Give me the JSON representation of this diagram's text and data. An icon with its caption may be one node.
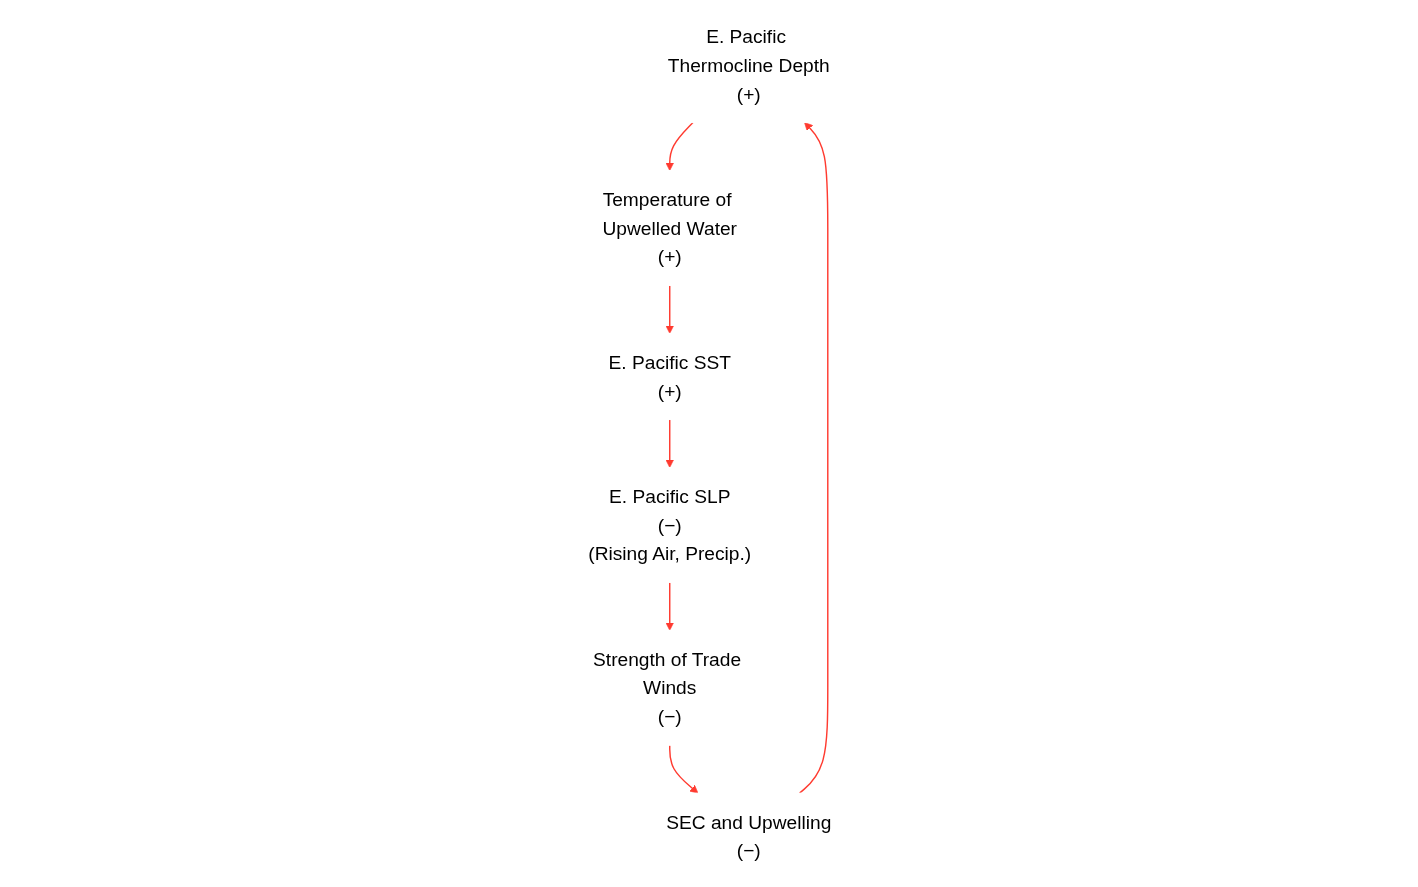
{
  "diagram": {
    "nodes": [
      {
        "text": [
          "E. Pacific Thermocline Depth",
          "(+)"
        ]
      },
      {
        "text": [
          "SEC and Upwelling",
          "(−)"
        ]
      },
      {
        "text": [
          "Temperature of Upwelled Water",
          "(+)"
        ]
      },
      {
        "text": [
          "Strength of Trade Winds",
          "(−)"
        ]
      },
      {
        "text": [
          "E. Pacific SST",
          "(+)"
        ]
      },
      {
        "text": [
          "E. Pacific SLP",
          "(−)",
          "(Rising Air, Precip.)"
        ]
      }
    ],
    "edges": [
      {
        "from": 0,
        "to": 2,
        "arrow": "to"
      },
      {
        "from": 2,
        "to": 4,
        "arrow": "to"
      },
      {
        "from": 4,
        "to": 5,
        "arrow": "to"
      },
      {
        "from": 5,
        "to": 3,
        "arrow": "to"
      },
      {
        "from": 3,
        "to": 1,
        "arrow": "to"
      },
      {
        "from": 1,
        "to": 0,
        "arrow": "to"
      }
    ]
  }
}
